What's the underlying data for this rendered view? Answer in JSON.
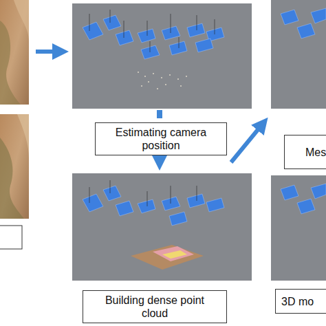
{
  "diagram": {
    "nodes": [
      {
        "text": [
          "Estimating camera position"
        ]
      },
      {
        "text": [
          "Building dense point cloud"
        ]
      },
      {
        "text": [
          "Mes"
        ]
      },
      {
        "text": [
          "3D mo"
        ]
      }
    ]
  }
}
